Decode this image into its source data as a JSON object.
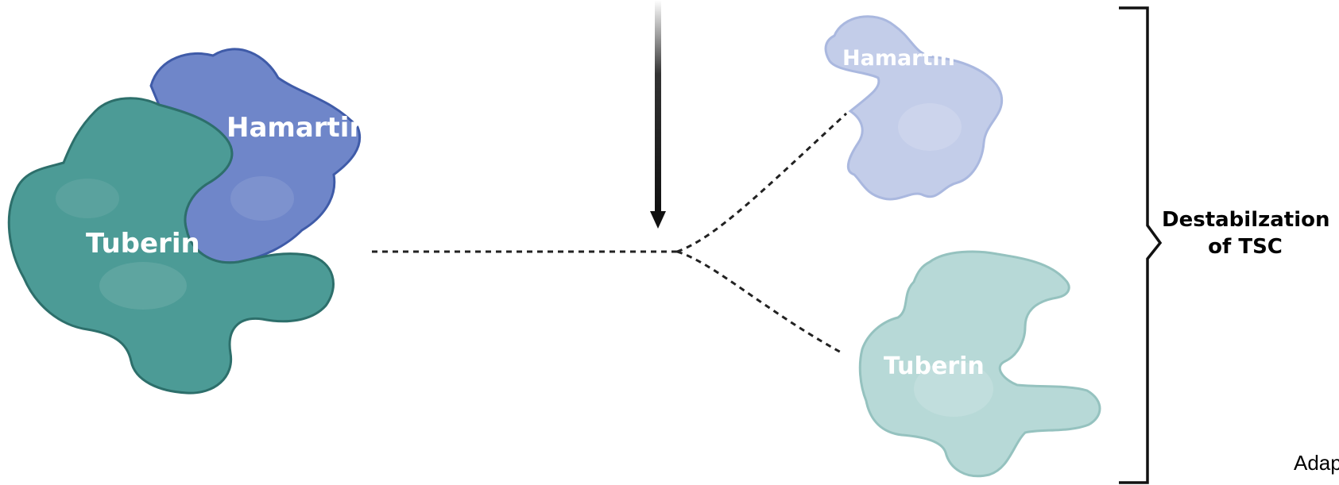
{
  "complex": {
    "hamartin_label": "Hamartin",
    "tuberin_label": "Tuberin"
  },
  "separated": {
    "hamartin_label": "Hamartin",
    "tuberin_label": "Tuberin"
  },
  "bracket": {
    "line1": "Destabilzation",
    "line2": "of TSC"
  },
  "corner_text": "Adap",
  "colors": {
    "hamartin": "#6f86c9",
    "hamartin_outline": "#3f5ba8",
    "tuberin": "#4c9b96",
    "tuberin_outline": "#2d6f6b",
    "hamartin_faded": "#c3cde9",
    "hamartin_faded_outline": "#aab8df",
    "tuberin_faded": "#b7d9d7",
    "tuberin_faded_outline": "#95c2bf",
    "arrow": "#1a1a1a",
    "dotted_line": "#222222"
  }
}
